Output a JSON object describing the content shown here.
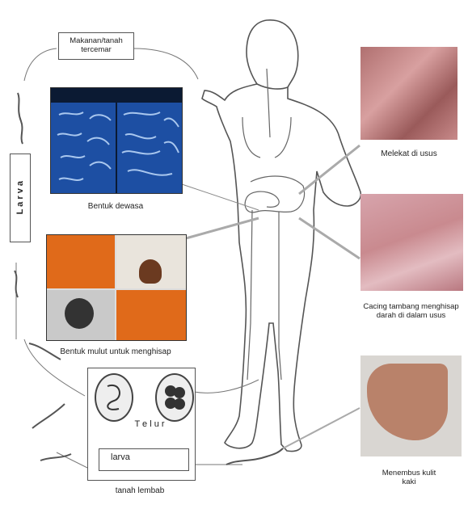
{
  "labels": {
    "food": "Makanan/tanah\ntercemar",
    "larva_side": "L a r v a",
    "adult_form": "Bentuk dewasa",
    "mouth_form": "Bentuk mulut untuk menghisap",
    "attached": "Melekat di usus",
    "hookworm": "Cacing tambang menghisap\ndarah di dalam usus",
    "skin": "Menembus kulit\nkaki",
    "eggs": "T e l u r",
    "larva_soil": "larva",
    "moist_soil": "tanah lembab"
  },
  "colors": {
    "adult_bg": "#1d4fa3",
    "mouth_orange": "#e06a1a",
    "tissue_pink": "#c98a8f",
    "skin_tone": "#b9826a",
    "outline": "#444444"
  }
}
